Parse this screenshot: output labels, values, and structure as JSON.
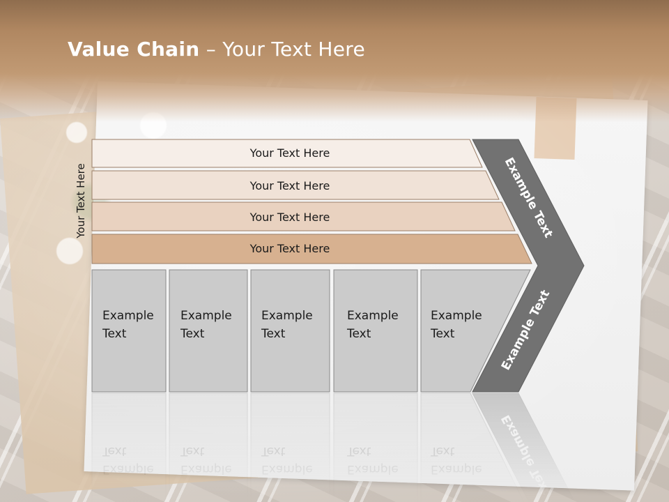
{
  "slide": {
    "title_bold": "Value Chain",
    "title_rest": " – Your Text Here",
    "side_label": "Your Text Here",
    "rows": [
      {
        "label": "Your Text Here",
        "fill": "#f6eee8"
      },
      {
        "label": "Your Text Here",
        "fill": "#f0e2d7"
      },
      {
        "label": "Your Text Here",
        "fill": "#e9d2c0"
      },
      {
        "label": "Your Text Here",
        "fill": "#d7b190"
      }
    ],
    "boxes": [
      {
        "line1": "Example",
        "line2": "Text"
      },
      {
        "line1": "Example",
        "line2": "Text"
      },
      {
        "line1": "Example",
        "line2": "Text"
      },
      {
        "line1": "Example",
        "line2": "Text"
      },
      {
        "line1": "Example",
        "line2": "Text"
      }
    ],
    "chevron_top_label": "Example Text",
    "chevron_bottom_label": "Example Text",
    "colors": {
      "box_fill": "#cbcbcb",
      "chevron_fill": "#727272",
      "row_border": "#9a7e67"
    }
  }
}
